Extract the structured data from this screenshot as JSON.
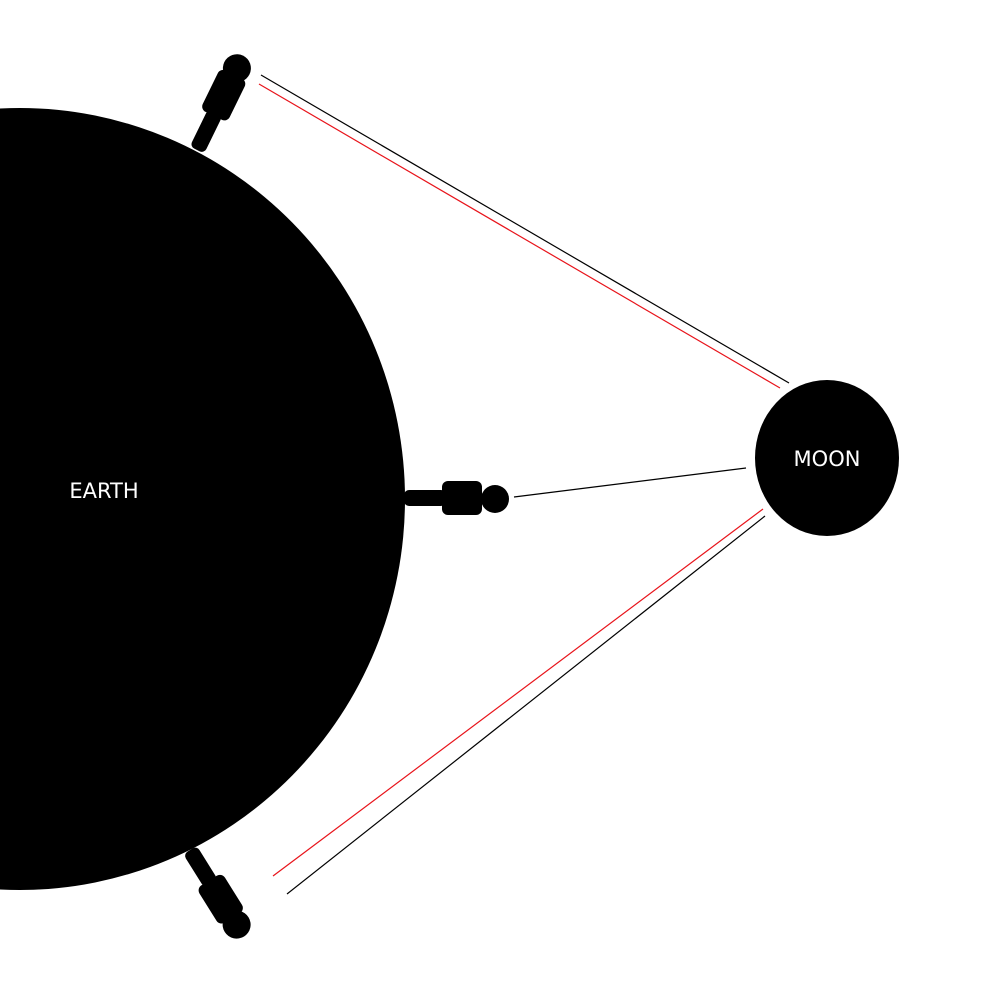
{
  "earth": {
    "label": "EARTH",
    "color": "#000000"
  },
  "moon": {
    "label": "MOON",
    "color": "#000000"
  },
  "lines": {
    "black_color": "#000000",
    "red_color": "#e8141b"
  },
  "observers": [
    {
      "name": "top-observer"
    },
    {
      "name": "middle-observer"
    },
    {
      "name": "bottom-observer"
    }
  ]
}
